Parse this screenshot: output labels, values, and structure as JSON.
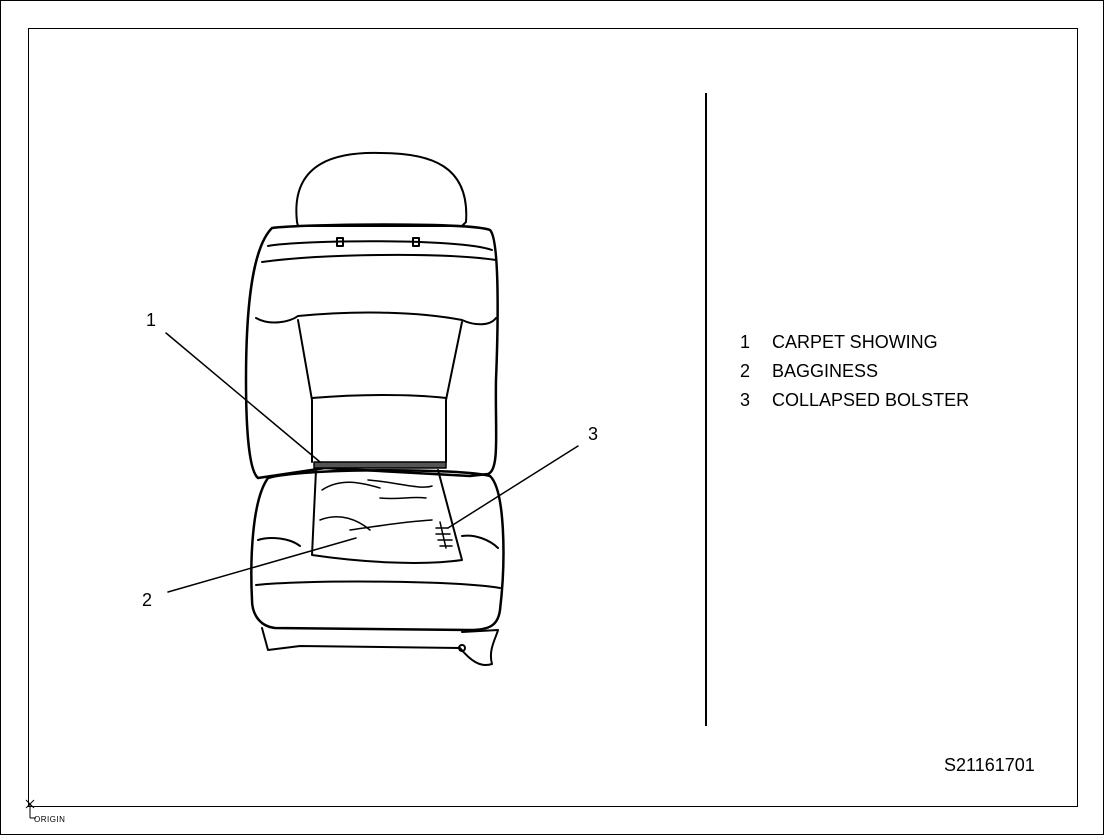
{
  "figure": {
    "callouts": [
      "1",
      "2",
      "3"
    ],
    "legend": [
      {
        "num": "1",
        "label": "CARPET SHOWING"
      },
      {
        "num": "2",
        "label": "BAGGINESS"
      },
      {
        "num": "3",
        "label": "COLLAPSED BOLSTER"
      }
    ],
    "figure_id": "S21161701",
    "origin_label": "ORIGIN"
  }
}
